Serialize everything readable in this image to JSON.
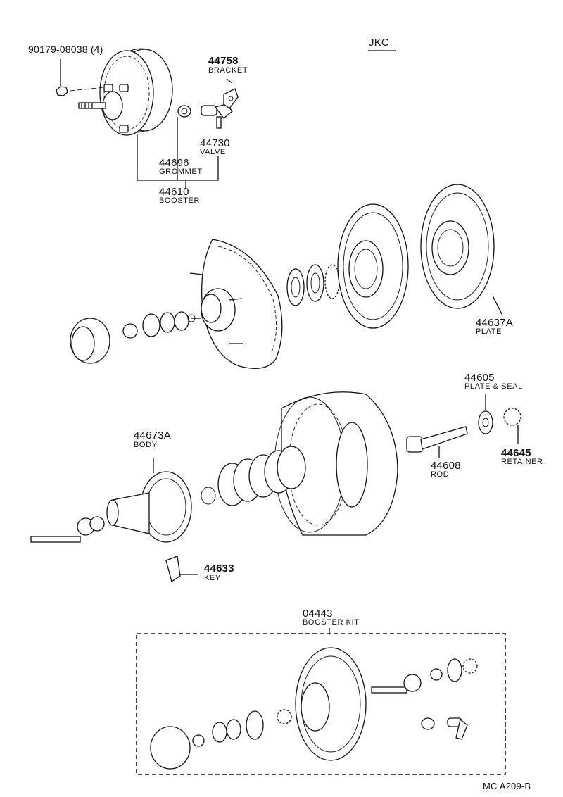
{
  "diagram_code": "JKC",
  "figure_ref": "MC  A209-B",
  "parts": {
    "nut": {
      "number": "90179-08038 (4)"
    },
    "bracket": {
      "number": "44758",
      "name": "BRACKET"
    },
    "valve": {
      "number": "44730",
      "name": "VALVE"
    },
    "grommet": {
      "number": "44696",
      "name": "GROMMET"
    },
    "booster": {
      "number": "44610",
      "name": "BOOSTER"
    },
    "plate": {
      "number": "44637A",
      "name": "PLATE"
    },
    "plate_seal": {
      "number": "44605",
      "name": "PLATE & SEAL"
    },
    "retainer": {
      "number": "44645",
      "name": "RETAINER"
    },
    "body": {
      "number": "44673A",
      "name": "BODY"
    },
    "rod": {
      "number": "44608",
      "name": "ROD"
    },
    "key": {
      "number": "44633",
      "name": "KEY"
    },
    "booster_kit": {
      "number": "04443",
      "name": "BOOSTER KIT"
    }
  }
}
